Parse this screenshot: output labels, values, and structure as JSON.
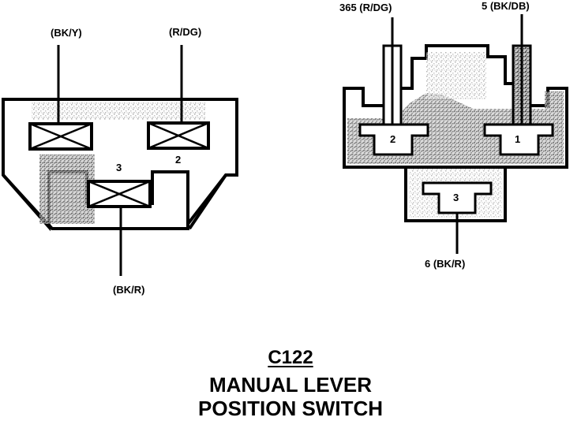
{
  "left_connector": {
    "wire_top_left": "(BK/Y)",
    "wire_top_right": "(R/DG)",
    "wire_bottom": "(BK/R)",
    "pin_2": "2",
    "pin_3": "3"
  },
  "right_connector": {
    "wire_top_left": "365 (R/DG)",
    "wire_top_right": "5 (BK/DB)",
    "wire_bottom": "6 (BK/R)",
    "pin_1": "1",
    "pin_2": "2",
    "pin_3": "3"
  },
  "caption": {
    "connector_id": "C122",
    "line1": "MANUAL LEVER",
    "line2": "POSITION SWITCH"
  },
  "colors": {
    "ink": "#000000",
    "shade": "#9a9a9a",
    "background": "#ffffff"
  }
}
